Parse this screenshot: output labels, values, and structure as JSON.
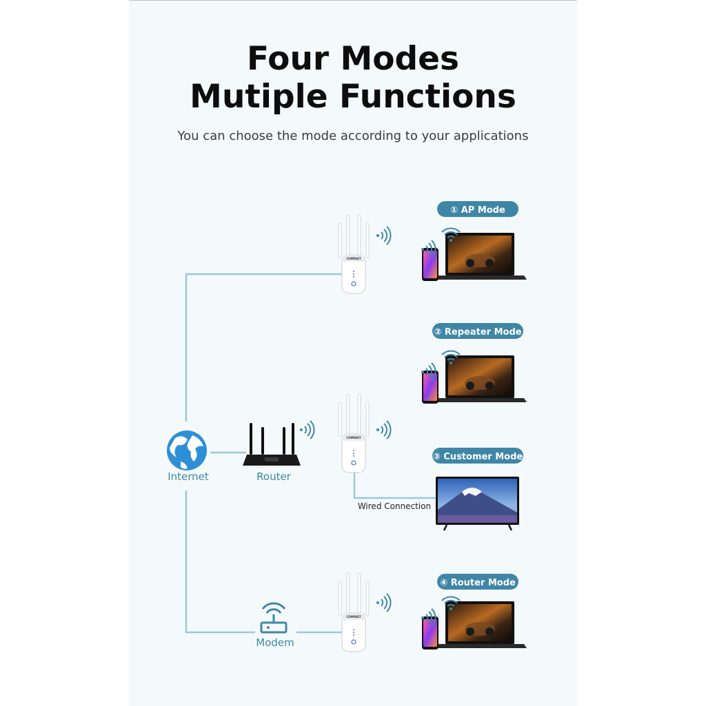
{
  "header": {
    "title_line1": "Four Modes",
    "title_line2": "Mutiple Functions",
    "subtitle": "You can choose the mode according to your applications"
  },
  "nodes": {
    "internet": "Internet",
    "router": "Router",
    "modem": "Modem"
  },
  "modes": [
    {
      "label": "① AP Mode"
    },
    {
      "label": "② Repeater Mode"
    },
    {
      "label": "③ Customer Mode"
    },
    {
      "label": "④ Router Mode"
    }
  ],
  "wired_connection": "Wired Connection",
  "device_brand": "COMFAST",
  "colors": {
    "pill": "#3f86a6",
    "line": "#9cc8d8",
    "label": "#3f86a6",
    "panel": "#f4fafc",
    "wifi": "#3f86a6",
    "globe": "#2e8fd6"
  }
}
